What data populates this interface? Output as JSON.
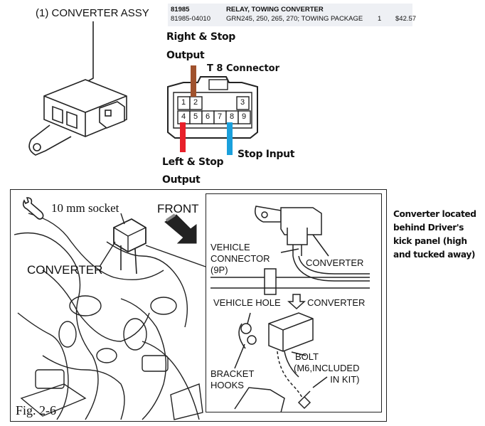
{
  "title": "(1) CONVERTER ASSY",
  "parts_table": {
    "row1": {
      "part": "81985",
      "description": "RELAY, TOWING CONVERTER"
    },
    "row2": {
      "part": "81985-04010",
      "description": "GRN245, 250, 265, 270; TOWING PACKAGE",
      "qty": "1",
      "price": "$42.57"
    }
  },
  "connector": {
    "name": "T 8  Connector",
    "pins_top": [
      "1",
      "2",
      "3"
    ],
    "pins_bottom": [
      "4",
      "5",
      "6",
      "7",
      "8",
      "9"
    ],
    "right_label_line1": "Right & Stop",
    "right_label_line2": "Output",
    "left_label_line1": "Left & Stop",
    "left_label_line2": "Output",
    "stop_label": "Stop Input",
    "colors": {
      "right": "#a0522d",
      "left": "#e8202a",
      "stop": "#1aa0dc"
    }
  },
  "figure": {
    "socket": "10 mm socket",
    "front": "FRONT",
    "converter": "CONVERTER",
    "fig": "Fig. 2-6",
    "inset": {
      "vehicle_connector": [
        "VEHICLE",
        "CONNECTOR",
        "(9P)"
      ],
      "converter_top": "CONVERTER",
      "vehicle_hole": "VEHICLE HOLE",
      "converter_mid": "CONVERTER",
      "bolt": [
        "BOLT",
        "(M6,INCLUDED",
        "IN KIT)"
      ],
      "bracket": [
        "BRACKET",
        "HOOKS"
      ]
    }
  },
  "note": [
    "Converter located",
    "behind Driver's",
    "kick panel (high",
    "and tucked away)"
  ]
}
